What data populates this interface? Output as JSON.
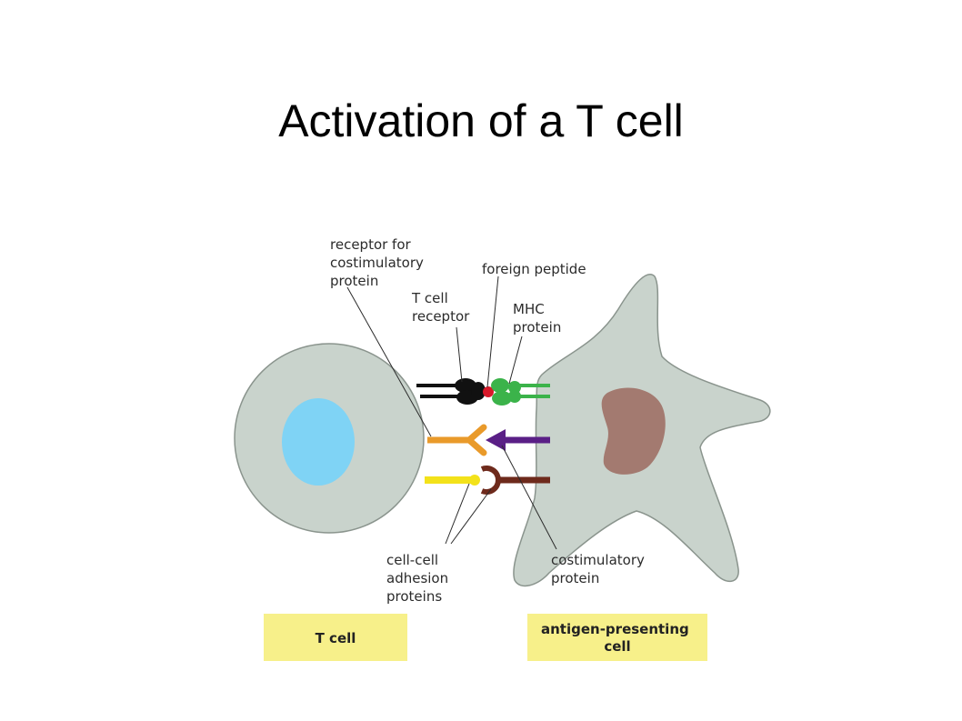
{
  "title": "Activation of a T cell",
  "labels": {
    "receptor_costim": [
      "receptor for",
      "costimulatory",
      "protein"
    ],
    "foreign_peptide": [
      "foreign peptide"
    ],
    "tcr": [
      "T cell",
      "receptor"
    ],
    "mhc": [
      "MHC",
      "protein"
    ],
    "adhesion": [
      "cell-cell",
      "adhesion",
      "proteins"
    ],
    "costim": [
      "costimulatory",
      "protein"
    ]
  },
  "captions": {
    "t_cell": [
      "T cell"
    ],
    "apc": [
      "antigen-presenting",
      "cell"
    ]
  },
  "colors": {
    "cell_fill": "#c9d3cc",
    "cell_stroke": "#8a948d",
    "nucleus_t": "#7fd3f5",
    "nucleus_apc": "#a37a70",
    "caption_box": "#f7f08a",
    "orange": "#e99a2a",
    "purple": "#5a1f86",
    "yellow": "#f3e21a",
    "brown": "#6e2a1c",
    "green": "#3bb34a",
    "black": "#111111",
    "red": "#d8192a"
  }
}
